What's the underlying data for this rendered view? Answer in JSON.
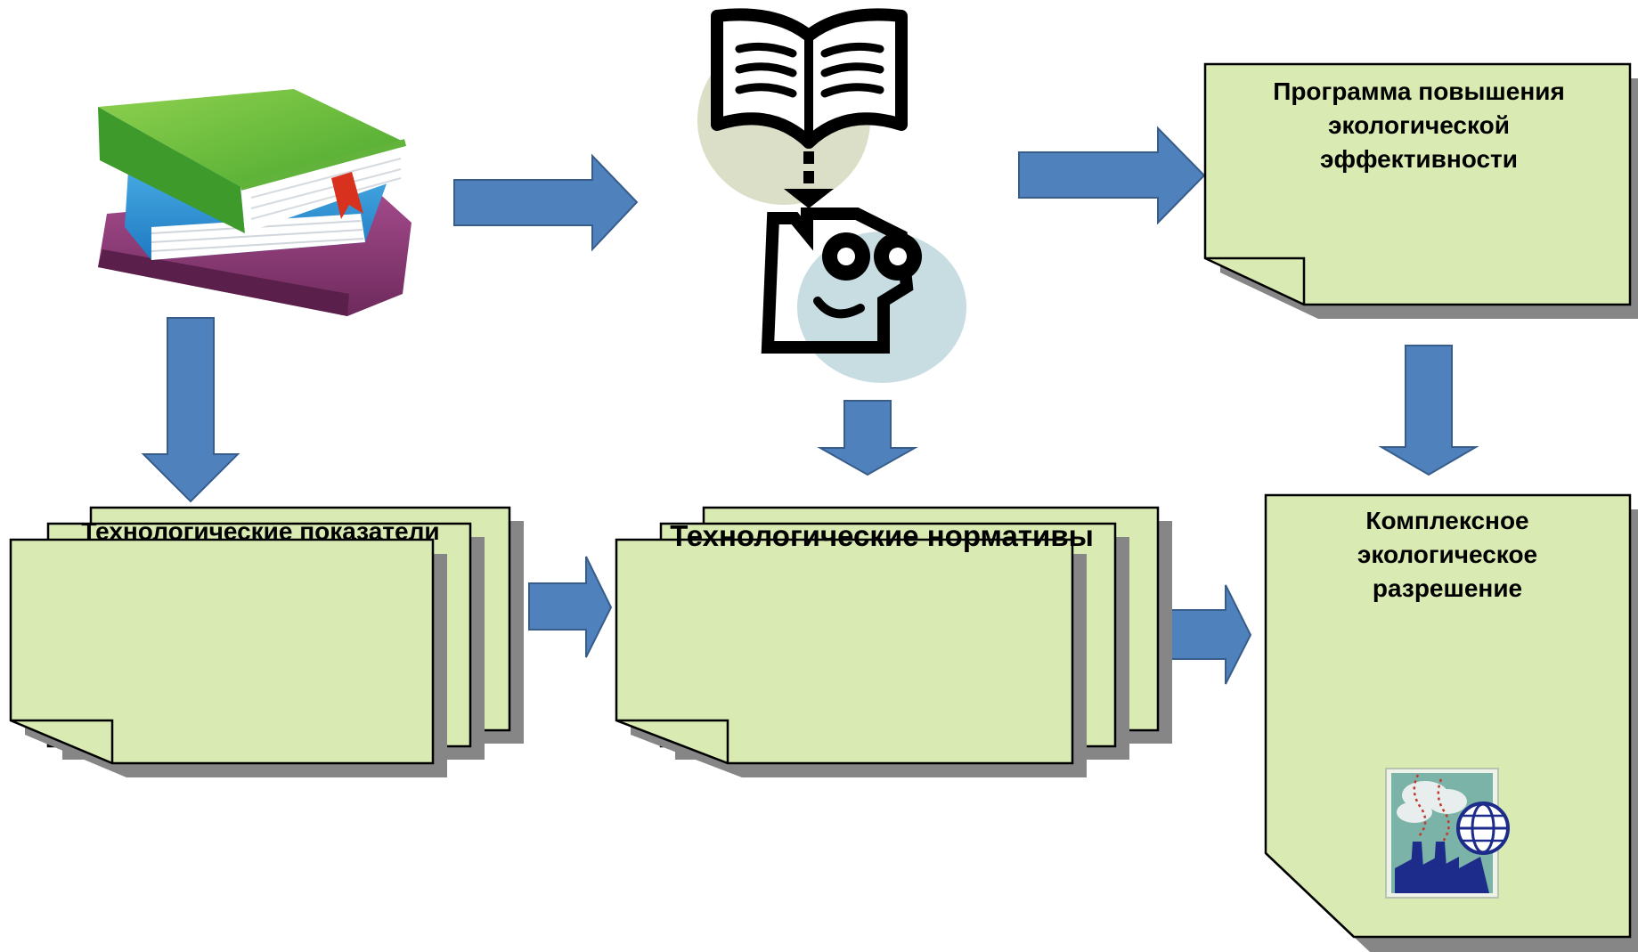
{
  "notes": {
    "program": "Программа повышения экологической эффективности",
    "tech_indicators": "Технологические показатели",
    "tech_norms": "Технологические нормативы",
    "permit": "Комплексное экологическое разрешение"
  },
  "colors": {
    "note_fill": "#d9eab3",
    "note_shadow": "#868686",
    "arrow_fill": "#4f81bd",
    "arrow_stroke": "#385d8a"
  },
  "icons": [
    "books-icon",
    "open-book-icon",
    "thinking-person-icon",
    "factory-globe-icon"
  ]
}
